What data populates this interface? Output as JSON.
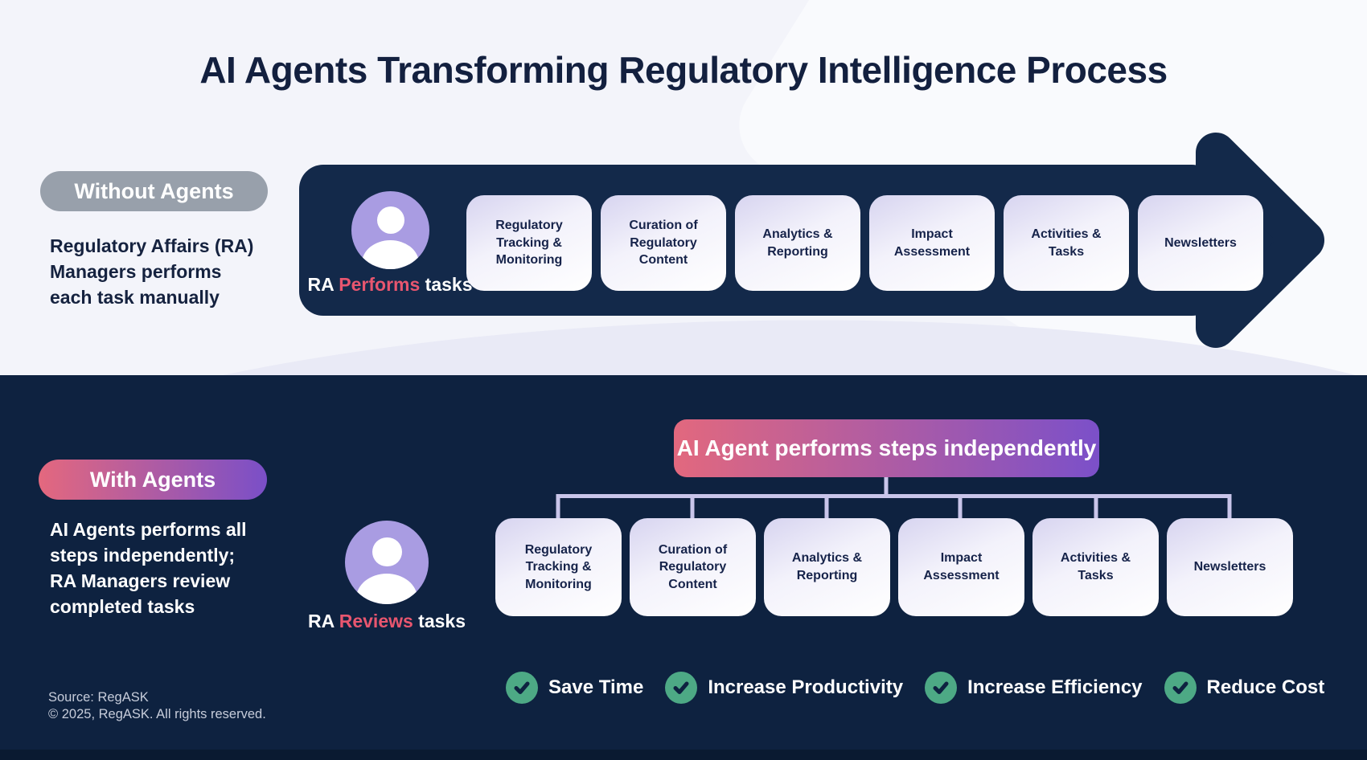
{
  "title": "AI Agents Transforming Regulatory Intelligence Process",
  "without_agents": {
    "badge_label": "Without Agents",
    "description": "Regulatory Affairs (RA)\nManagers performs\neach task manually",
    "actor": {
      "prefix": "RA ",
      "highlight": "Performs",
      "suffix": " tasks"
    },
    "tasks": [
      "Regulatory Tracking & Monitoring",
      "Curation of Regulatory Content",
      "Analytics & Reporting",
      "Impact Assessment",
      "Activities & Tasks",
      "Newsletters"
    ]
  },
  "with_agents": {
    "badge_label": "With Agents",
    "description": "AI Agents performs all\nsteps independently;\nRA Managers review\ncompleted tasks",
    "agent_banner": "AI Agent performs steps independently",
    "actor": {
      "prefix": "RA ",
      "highlight": "Reviews",
      "suffix": " tasks"
    },
    "tasks": [
      "Regulatory Tracking & Monitoring",
      "Curation of Regulatory Content",
      "Analytics & Reporting",
      "Impact Assessment",
      "Activities & Tasks",
      "Newsletters"
    ],
    "benefits": [
      "Save Time",
      "Increase Productivity",
      "Increase Efficiency",
      "Reduce Cost"
    ]
  },
  "footer": {
    "source": "Source: RegASK",
    "copyright": "© 2025, RegASK. All rights reserved."
  },
  "colors": {
    "navy": "#0e2240",
    "accent_pink": "#e8566f",
    "gradient_start": "#e2687e",
    "gradient_end": "#7b50c9",
    "avatar_purple": "#a99ce2",
    "badge_gray": "#98a0ab",
    "benefit_green": "#4da985",
    "connector": "#c9c5ea"
  }
}
